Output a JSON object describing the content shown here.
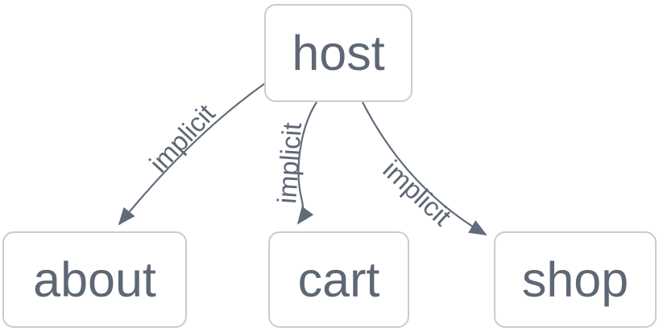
{
  "diagram": {
    "type": "flowchart",
    "background_color": "#ffffff",
    "node_fill_color": "#ffffff",
    "node_border_color": "#c9cccf",
    "node_text_color": "#5e6775",
    "edge_color": "#616b7a",
    "nodes": [
      {
        "id": "host",
        "label": "host"
      },
      {
        "id": "about",
        "label": "about"
      },
      {
        "id": "cart",
        "label": "cart"
      },
      {
        "id": "shop",
        "label": "shop"
      }
    ],
    "edges": [
      {
        "from": "host",
        "to": "about",
        "label": "implicit"
      },
      {
        "from": "host",
        "to": "cart",
        "label": "implicit"
      },
      {
        "from": "host",
        "to": "shop",
        "label": "implicit"
      }
    ]
  }
}
